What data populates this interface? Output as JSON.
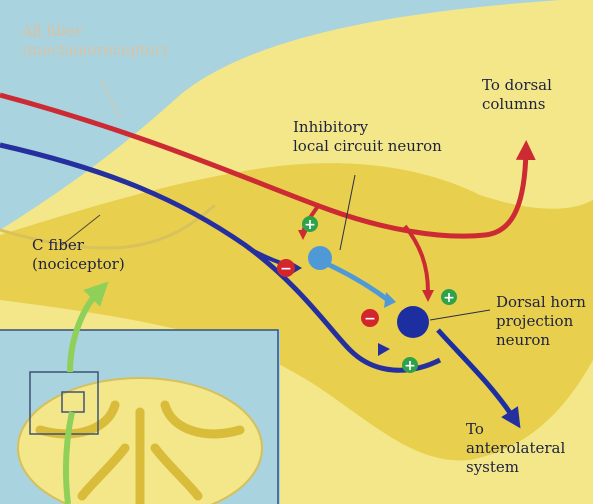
{
  "labels": {
    "abeta_fiber_line1": "Aβ fiber",
    "abeta_fiber_line2": "(mechanoreceptor)",
    "c_fiber_line1": "C fiber",
    "c_fiber_line2": "(nociceptor)",
    "inhibitory_line1": "Inhibitory",
    "inhibitory_line2": "local circuit neuron",
    "dorsal_columns_line1": "To dorsal",
    "dorsal_columns_line2": "columns",
    "projection_line1": "Dorsal horn",
    "projection_line2": "projection",
    "projection_line3": "neuron",
    "anterolateral_line1": "To",
    "anterolateral_line2": "anterolateral",
    "anterolateral_line3": "system"
  },
  "synapse_signs": {
    "excitatory": "+",
    "inhibitory": "−"
  },
  "colors": {
    "background_blue": "#a9d3de",
    "tissue_light": "#f4e789",
    "tissue_dorsal_horn": "#e8cf4e",
    "abeta_fiber": "#cc2b34",
    "c_fiber": "#262f9e",
    "interneuron": "#4f9ad6",
    "projection_neuron": "#1d2fa0",
    "excitatory_sign": "#2ea14a",
    "inhibitory_sign": "#d2252c",
    "inset_arrow": "#8fd05a"
  }
}
